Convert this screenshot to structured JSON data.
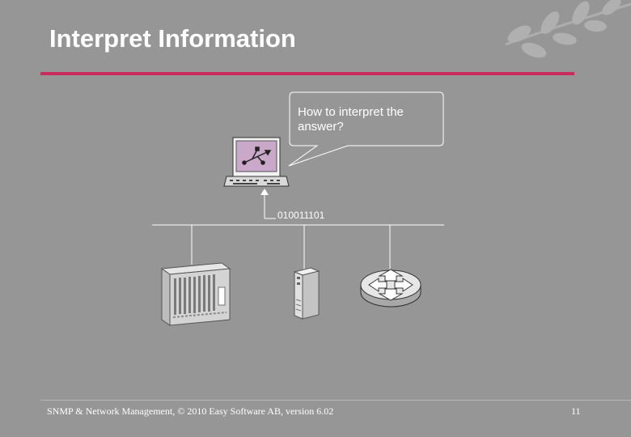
{
  "slide": {
    "title": "Interpret Information",
    "callout_text": "How to interpret the answer?",
    "binary_label": "010011101",
    "footer": "SNMP & Network Management, © 2010 Easy Software AB, version 6.02",
    "page_number": "11"
  },
  "colors": {
    "background": "#969696",
    "title_rule": "#cc2b5e",
    "text": "#ffffff",
    "screen": "#c9a8c9"
  },
  "icons": [
    "leaf-branch-icon",
    "computer-terminal-icon",
    "usb-symbol-icon",
    "rack-switch-icon",
    "server-tower-icon",
    "router-icon"
  ]
}
